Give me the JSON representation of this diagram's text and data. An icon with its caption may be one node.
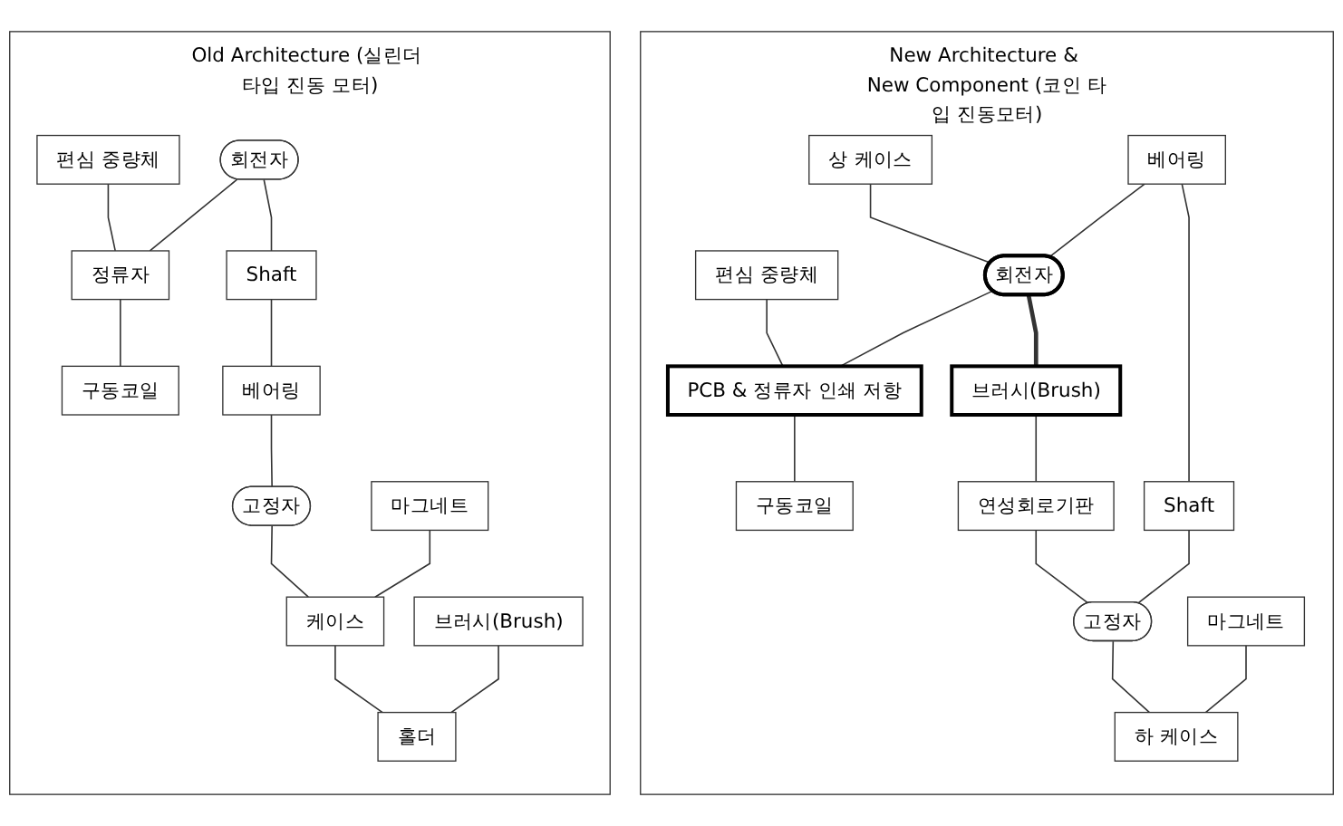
{
  "diagram": {
    "nodes": [
      {
        "text": [
          "Old Architecture (실린더 타입 진동 모터)"
        ]
      },
      {
        "text": [
          "편심 중량체"
        ],
        "in": 0
      },
      {
        "text": [
          "회전자"
        ],
        "in": 0
      },
      {
        "text": [
          "정류자"
        ],
        "in": 0
      },
      {
        "text": [
          "구동코일"
        ],
        "in": 0
      },
      {
        "text": [
          "Shaft"
        ],
        "in": 0
      },
      {
        "text": [
          "베어링"
        ],
        "in": 0
      },
      {
        "text": [
          "마그네트"
        ],
        "in": 0
      },
      {
        "text": [
          "브러시(Brush)"
        ],
        "in": 0
      },
      {
        "text": [
          "고정자"
        ],
        "in": 0
      },
      {
        "text": [
          "케이스"
        ],
        "in": 0
      },
      {
        "text": [
          "홀더"
        ],
        "in": 0
      },
      {
        "text": [
          "New Architecture & New Component (코인 타입 진동모터)"
        ]
      },
      {
        "text": [
          "상 케이스"
        ],
        "in": 12
      },
      {
        "text": [
          "편심 중량체"
        ],
        "in": 12
      },
      {
        "text": [
          "베어링"
        ],
        "in": 12
      },
      {
        "text": [
          "회전자"
        ],
        "in": 12
      },
      {
        "text": [
          "PCB & 정류자 인쇄 저항"
        ],
        "in": 12
      },
      {
        "text": [
          "구동코일"
        ],
        "in": 12
      },
      {
        "text": [
          "브러시(Brush)"
        ],
        "in": 12
      },
      {
        "text": [
          "연성회로기판"
        ],
        "in": 12
      },
      {
        "text": [
          "마그네트"
        ],
        "in": 12
      },
      {
        "text": [
          "Shaft"
        ],
        "in": 12
      },
      {
        "text": [
          "고정자"
        ],
        "in": 12
      },
      {
        "text": [
          "하 케이스"
        ],
        "in": 12
      }
    ],
    "edges": [
      {
        "from": 1,
        "to": 3,
        "arrow": "none"
      },
      {
        "from": 2,
        "to": 3,
        "arrow": "none"
      },
      {
        "from": 3,
        "to": 4,
        "arrow": "none"
      },
      {
        "from": 2,
        "to": 5,
        "arrow": "none"
      },
      {
        "from": 5,
        "to": 6,
        "arrow": "none"
      },
      {
        "from": 6,
        "to": 9,
        "arrow": "none"
      },
      {
        "from": 9,
        "to": 10,
        "arrow": "none"
      },
      {
        "from": 7,
        "to": 10,
        "arrow": "none"
      },
      {
        "from": 10,
        "to": 11,
        "arrow": "none"
      },
      {
        "from": 8,
        "to": 11,
        "arrow": "none"
      },
      {
        "from": 13,
        "to": 16,
        "arrow": "none"
      },
      {
        "from": 14,
        "to": 17,
        "arrow": "none"
      },
      {
        "from": 15,
        "to": 16,
        "arrow": "none"
      },
      {
        "from": 16,
        "to": 17,
        "arrow": "none"
      },
      {
        "from": 17,
        "to": 18,
        "arrow": "none"
      },
      {
        "from": 16,
        "to": 19,
        "arrow": "none",
        "style": "thick"
      },
      {
        "from": 19,
        "to": 20,
        "arrow": "none"
      },
      {
        "from": 20,
        "to": 23,
        "arrow": "none"
      },
      {
        "from": 15,
        "to": 22,
        "arrow": "none"
      },
      {
        "from": 22,
        "to": 23,
        "arrow": "none"
      },
      {
        "from": 23,
        "to": 24,
        "arrow": "none"
      },
      {
        "from": 21,
        "to": 24,
        "arrow": "none"
      }
    ]
  }
}
